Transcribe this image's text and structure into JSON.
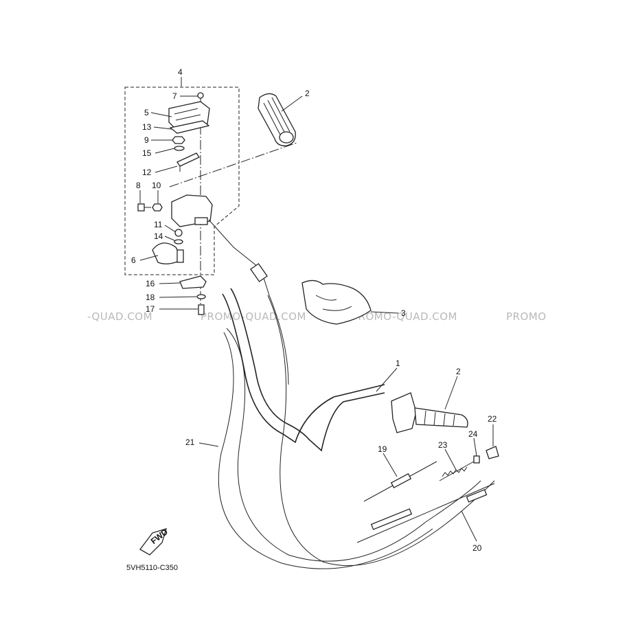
{
  "diagram": {
    "code": "5VH5110-C350",
    "fwd_label": "FWD",
    "watermarks": [
      "-QUAD.COM",
      "PROMO-QUAD.COM",
      "PROMO-QUAD.COM",
      "PROMO"
    ],
    "callouts": {
      "n1": "1",
      "n2a": "2",
      "n2b": "2",
      "n3": "3",
      "n4": "4",
      "n5": "5",
      "n6": "6",
      "n7": "7",
      "n8": "8",
      "n9": "9",
      "n10": "10",
      "n11": "11",
      "n12": "12",
      "n13": "13",
      "n14": "14",
      "n15": "15",
      "n16": "16",
      "n17": "17",
      "n18": "18",
      "n19": "19",
      "n20": "20",
      "n21": "21",
      "n22": "22",
      "n23": "23",
      "n24": "24"
    }
  }
}
